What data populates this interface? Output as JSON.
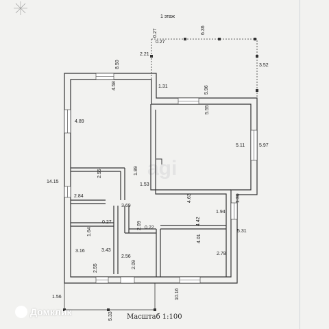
{
  "plan": {
    "title": "1 этаж",
    "scale_label": "Масштаб 1:100",
    "watermark": "agi",
    "brand": "Домклик",
    "dimensions": [
      {
        "id": "d027a",
        "text": "0.27"
      },
      {
        "id": "d027b",
        "text": "0.27"
      },
      {
        "id": "d636",
        "text": "6.36"
      },
      {
        "id": "d221",
        "text": "2.21"
      },
      {
        "id": "d352",
        "text": "3.52"
      },
      {
        "id": "d850",
        "text": "8.50"
      },
      {
        "id": "d458",
        "text": "4.58"
      },
      {
        "id": "d131",
        "text": "1.31"
      },
      {
        "id": "d596",
        "text": "5.96"
      },
      {
        "id": "d555",
        "text": "5.55"
      },
      {
        "id": "d489",
        "text": "4.89"
      },
      {
        "id": "d511",
        "text": "5.11"
      },
      {
        "id": "d597",
        "text": "5.97"
      },
      {
        "id": "d255",
        "text": "2.55"
      },
      {
        "id": "d189",
        "text": "1.89"
      },
      {
        "id": "d153",
        "text": "1.53"
      },
      {
        "id": "d1415",
        "text": "14.15"
      },
      {
        "id": "d284",
        "text": "2.84"
      },
      {
        "id": "d463",
        "text": "4.63"
      },
      {
        "id": "d130",
        "text": "1.30"
      },
      {
        "id": "d369",
        "text": "3.69"
      },
      {
        "id": "d194",
        "text": "1.94"
      },
      {
        "id": "d027c",
        "text": "0.27"
      },
      {
        "id": "d209a",
        "text": "2.09"
      },
      {
        "id": "d022",
        "text": "0.22"
      },
      {
        "id": "d442",
        "text": "4.42"
      },
      {
        "id": "d164",
        "text": "1.64"
      },
      {
        "id": "d531",
        "text": "5.31"
      },
      {
        "id": "d401",
        "text": "4.01"
      },
      {
        "id": "d316",
        "text": "3.16"
      },
      {
        "id": "d343",
        "text": "3.43"
      },
      {
        "id": "d278",
        "text": "2.78"
      },
      {
        "id": "d256",
        "text": "2.56"
      },
      {
        "id": "d255b",
        "text": "2.55"
      },
      {
        "id": "d209b",
        "text": "2.09"
      },
      {
        "id": "d1016",
        "text": "10.16"
      },
      {
        "id": "d156",
        "text": "1.56"
      },
      {
        "id": "d533",
        "text": "5.33"
      }
    ]
  }
}
